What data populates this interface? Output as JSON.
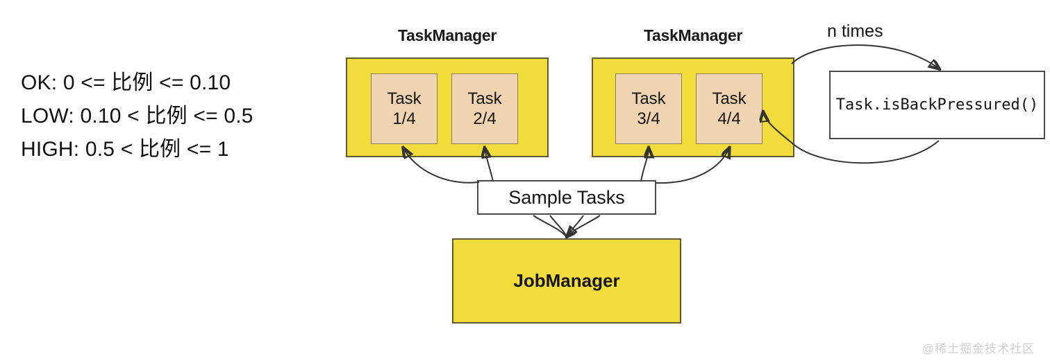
{
  "legend": {
    "lines": [
      "OK: 0 <= 比例 <= 0.10",
      "LOW: 0.10 < 比例 <= 0.5",
      "HIGH: 0.5 < 比例 <= 1"
    ]
  },
  "diagram": {
    "taskmanagers": [
      {
        "title": "TaskManager",
        "tasks": [
          {
            "name": "Task",
            "index": "1/4"
          },
          {
            "name": "Task",
            "index": "2/4"
          }
        ]
      },
      {
        "title": "TaskManager",
        "tasks": [
          {
            "name": "Task",
            "index": "3/4"
          },
          {
            "name": "Task",
            "index": "4/4"
          }
        ]
      }
    ],
    "sample_tasks_label": "Sample Tasks",
    "jobmanager_label": "JobManager",
    "backpressure_call": "Task.isBackPressured()",
    "loop_label": "n times"
  },
  "watermark": "@稀土掘金技术社区",
  "colors": {
    "taskmanager_fill": "#F2DC3C",
    "task_fill": "#EFD4AF",
    "jobmanager_fill": "#F2DC3C",
    "box_stroke": "#5f5a33",
    "arrow_stroke": "#333333",
    "background": "#ffffff"
  }
}
